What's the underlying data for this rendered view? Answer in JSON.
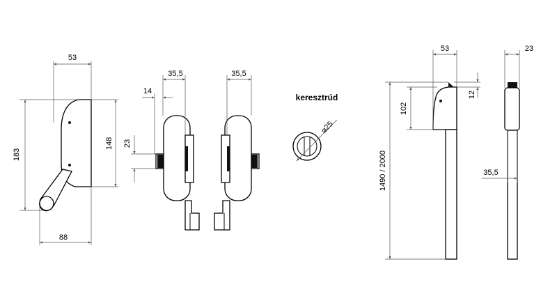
{
  "label": "keresztrúd",
  "dimensions": {
    "side_width": "53",
    "side_height": "183",
    "side_body_height": "148",
    "side_handle_length": "88",
    "front_width_left": "35,5",
    "front_offset": "14",
    "front_bar": "23",
    "front_width_right": "35,5",
    "cross_diameter": "⌀25",
    "rod_width": "53",
    "rod_head_height": "102",
    "rod_top": "12",
    "rod_length": "1490 / 2000",
    "rod_side_width": "23",
    "rod_side_offset": "35,5"
  }
}
